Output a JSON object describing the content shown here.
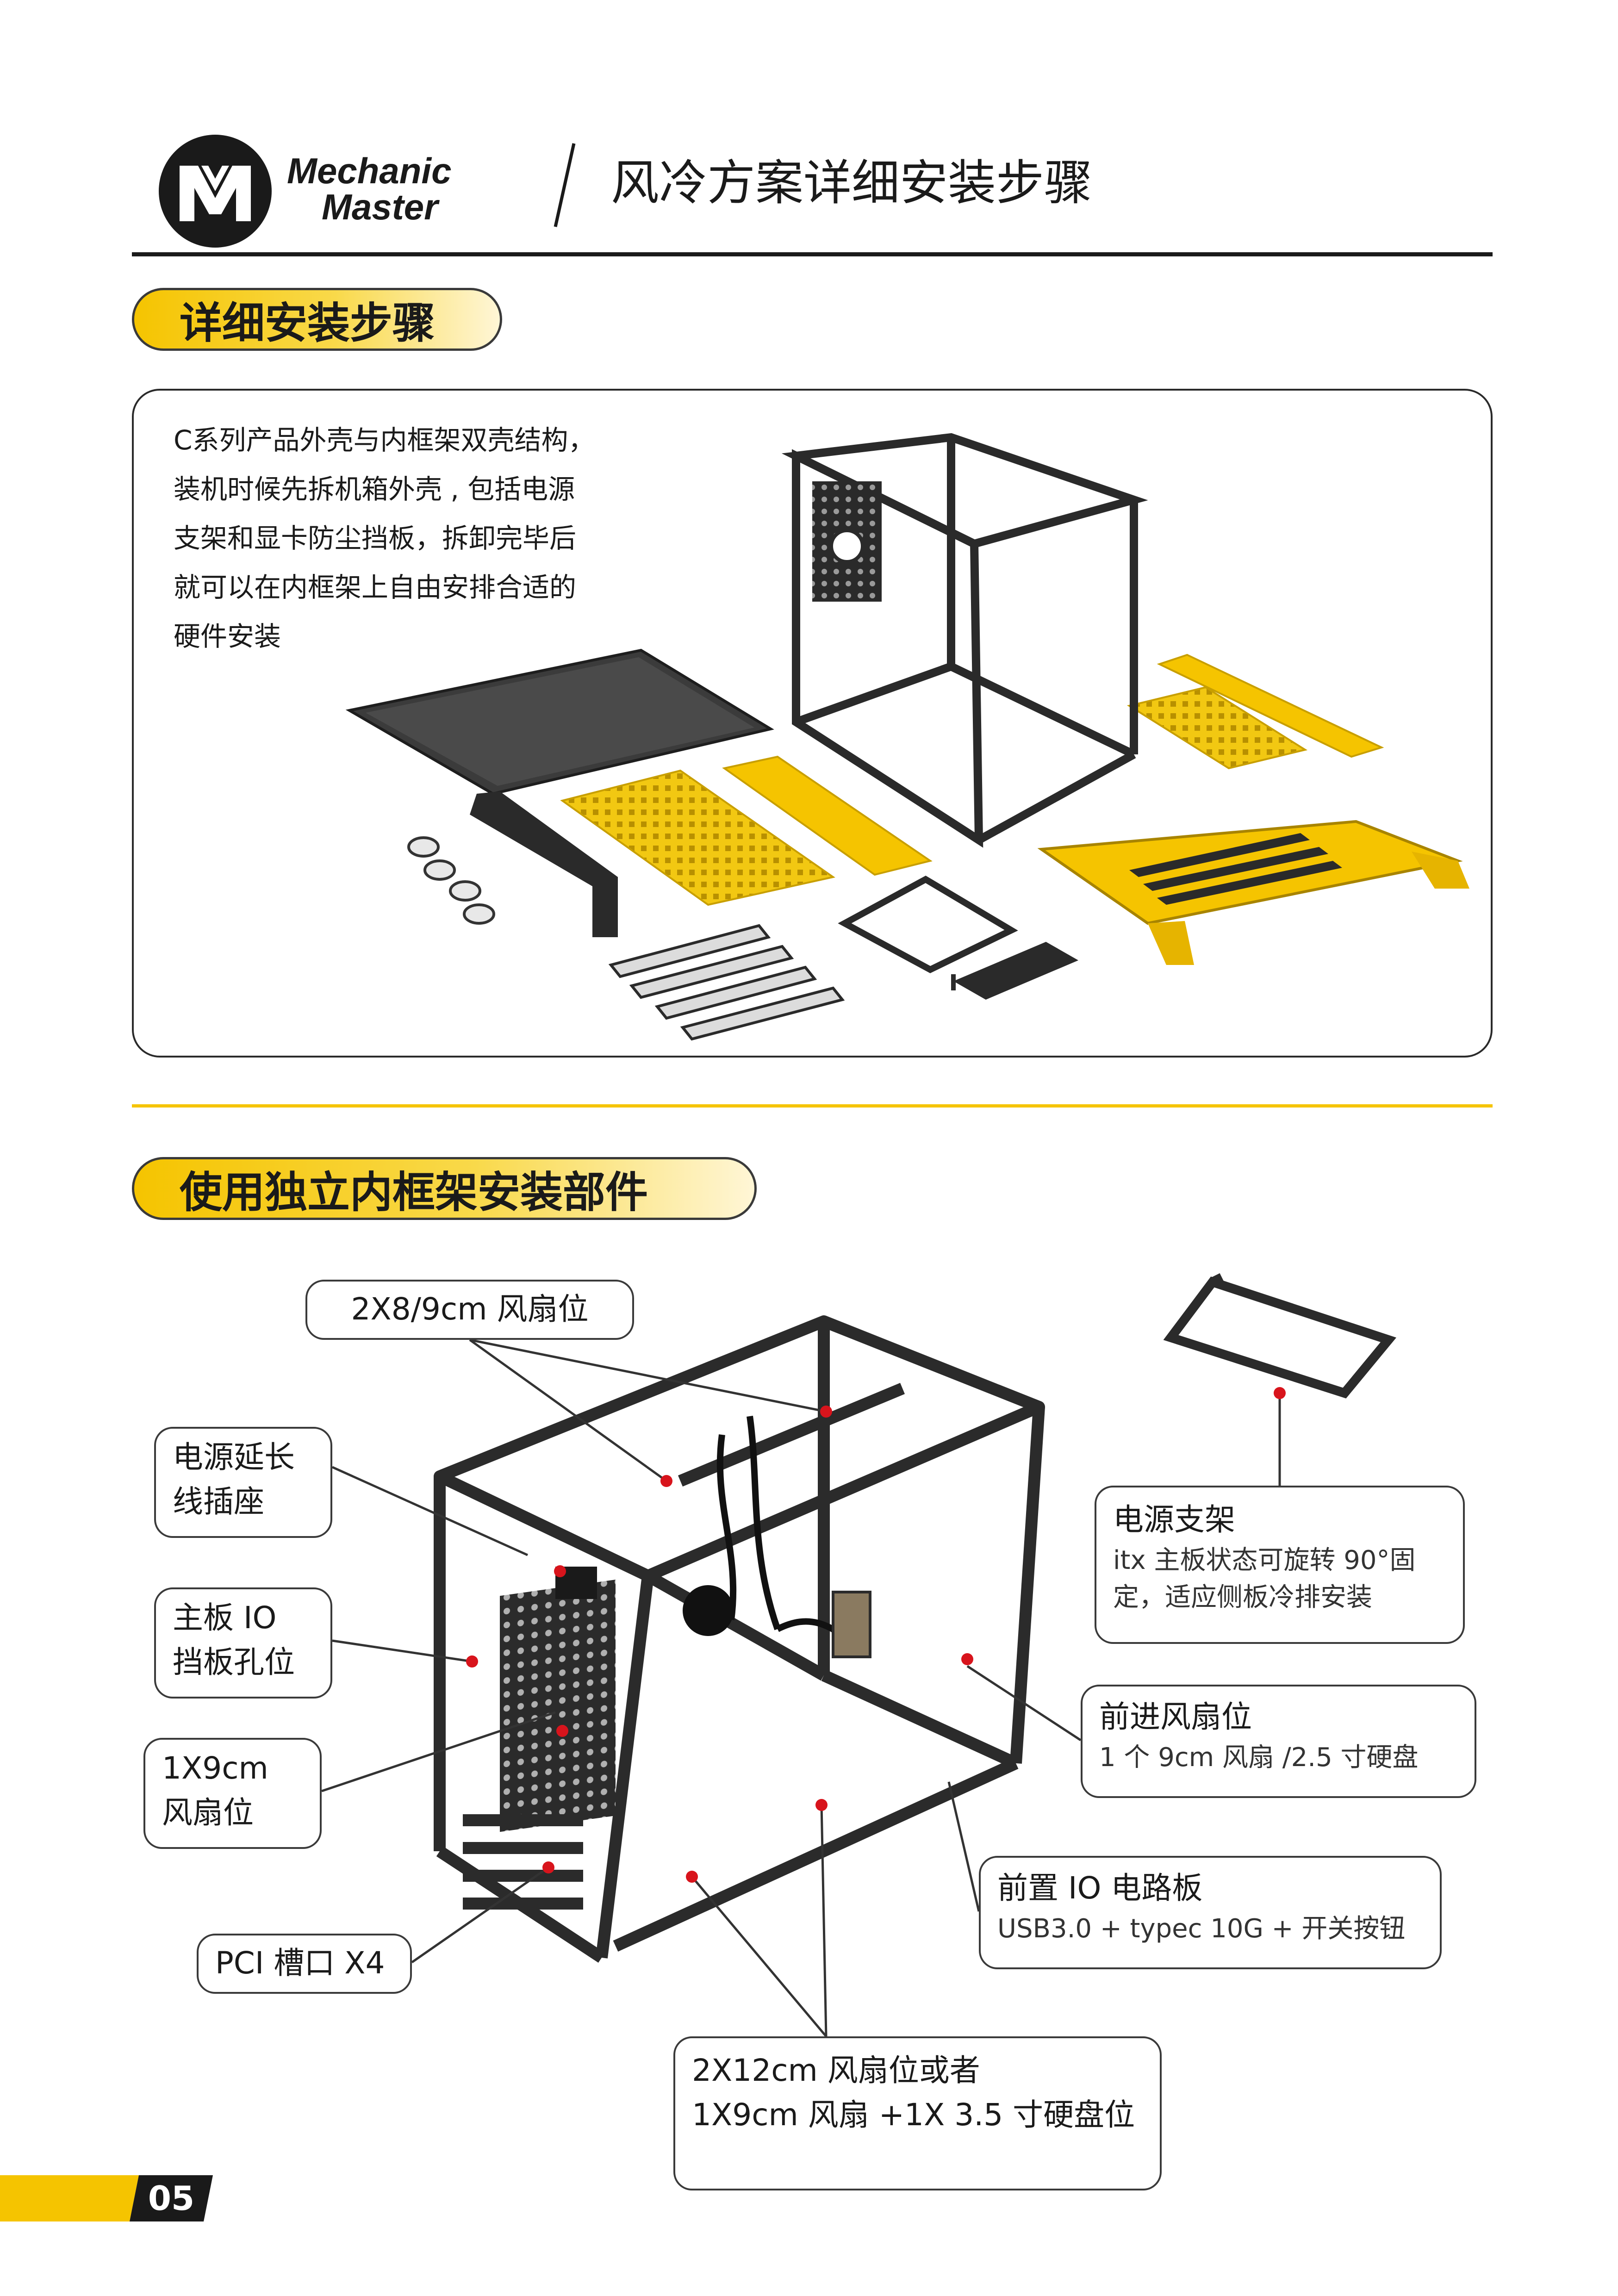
{
  "header": {
    "brand_line1": "Mechanic",
    "brand_line2": "Master",
    "title": "风冷方案详细安装步骤"
  },
  "section1": {
    "heading": "详细安装步骤",
    "intro": [
      "C系列产品外壳与内框架双壳结构，",
      "装机时候先拆机箱外壳 , 包括电源",
      "支架和显卡防尘挡板，拆卸完毕后",
      "就可以在内框架上自由安排合适的",
      "硬件安装"
    ]
  },
  "section2": {
    "heading": "使用独立内框架安装部件",
    "callouts": {
      "fan_top": "2X8/9cm 风扇位",
      "psu_ext_1": "电源延长",
      "psu_ext_2": "线插座",
      "mb_io_1": "主板 IO",
      "mb_io_2": "挡板孔位",
      "fan_1x9_1": "1X9cm",
      "fan_1x9_2": "风扇位",
      "pci": "PCI 槽口 X4",
      "psu_bracket_title": "电源支架",
      "psu_bracket_desc_1": "itx 主板状态可旋转 90°固",
      "psu_bracket_desc_2": "定，适应侧板冷排安装",
      "front_fan_title": "前进风扇位",
      "front_fan_desc": "1 个 9cm 风扇 /2.5 寸硬盘",
      "front_io_title": "前置 IO 电路板",
      "front_io_desc": "USB3.0 + typec 10G + 开关按钮",
      "bottom_1": "2X12cm 风扇位或者",
      "bottom_2": "1X9cm 风扇 +1X 3.5 寸硬盘位"
    }
  },
  "footer": {
    "page_number": "05"
  },
  "colors": {
    "accent_yellow": "#f5c400",
    "frame_black": "#2b2b2b",
    "marker_red": "#d8141c"
  }
}
